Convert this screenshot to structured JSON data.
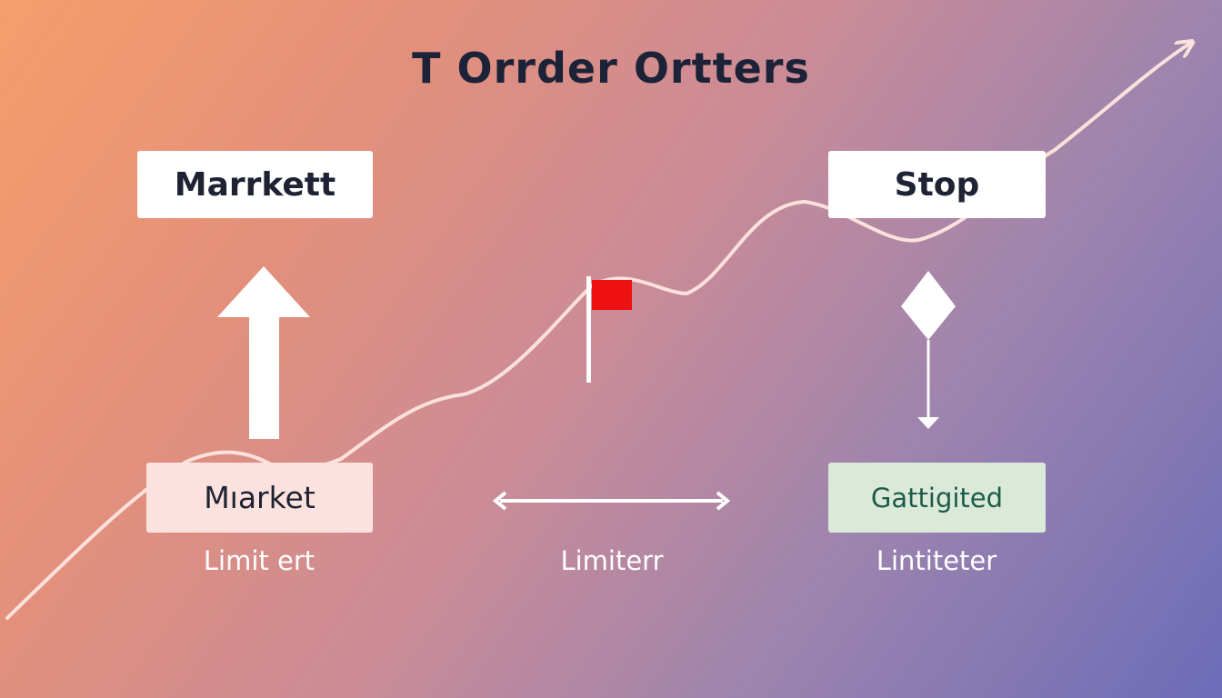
{
  "title": "T Orrder Ortters",
  "nodes": {
    "market_top": "Marrkett",
    "stop": "Stop",
    "market_bottom": "Mıarket",
    "gated": "Gattigited"
  },
  "captions": {
    "left": "Limit ert",
    "middle": "Limiterr",
    "right": "Lintiteter"
  },
  "colors": {
    "background_start": "#f59e6c",
    "background_end": "#6c6cb8",
    "flag": "#ee1111",
    "trend_line": "#fbe1dc",
    "title_text": "#1c2237"
  },
  "icons": [
    "up-arrow-icon",
    "flag-icon",
    "diamond-icon",
    "down-arrow-icon",
    "double-arrow-icon"
  ]
}
